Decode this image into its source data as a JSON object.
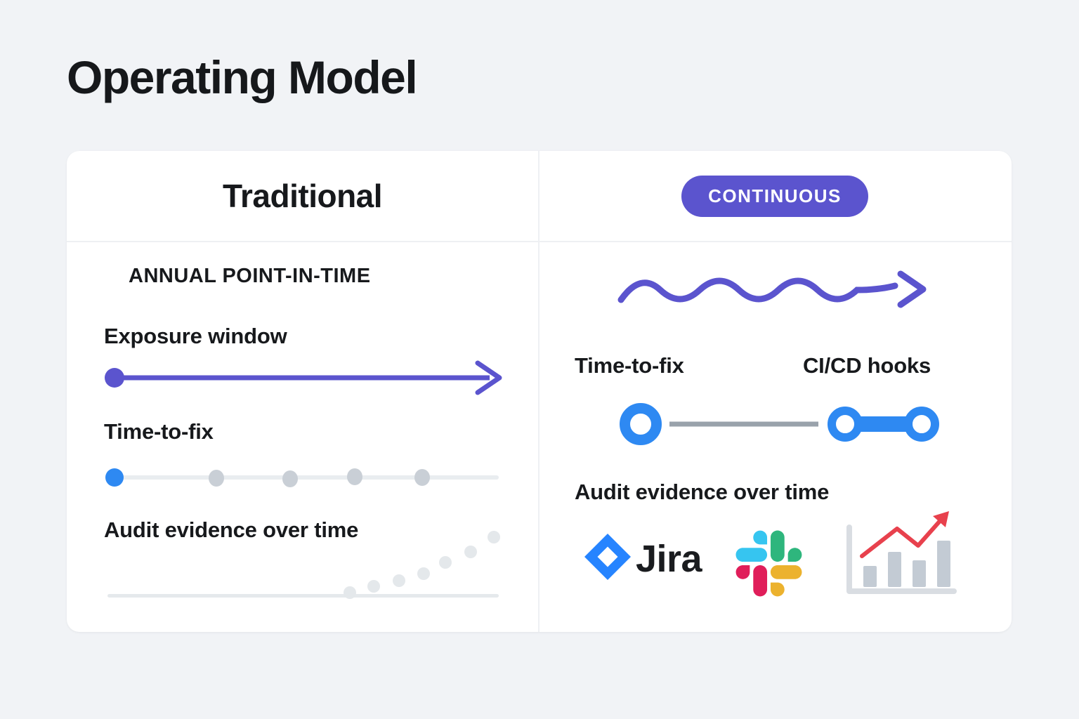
{
  "title": "Operating Model",
  "traditional": {
    "header": "Traditional",
    "kicker": "ANNUAL POINT-IN-TIME",
    "exposure_label": "Exposure window",
    "time_to_fix_label": "Time-to-fix",
    "audit_label": "Audit evidence over time"
  },
  "continuous": {
    "badge": "CONTINUOUS",
    "time_to_fix_label": "Time-to-fix",
    "cicd_label": "CI/CD hooks",
    "audit_label": "Audit evidence over time",
    "jira_label": "Jira"
  },
  "icons": {
    "exposure_arrow": "timeline-arrow-icon",
    "wave": "wavy-arrow-icon",
    "connector": "linked-nodes-icon",
    "jira": "jira-logo-icon",
    "slack": "slack-logo-icon",
    "trend_chart": "bar-chart-trend-icon"
  },
  "colors": {
    "accent_purple": "#5B54CE",
    "accent_blue": "#2E89F2",
    "connector_gray": "#99A2AB",
    "track_gray": "#E9EDF0",
    "dot_gray": "#C9CFD6",
    "faint_dot_gray": "#E4E8EB",
    "jira_blue": "#2684FF",
    "slack_cyan": "#36C5F0",
    "slack_green": "#2EB67D",
    "slack_red": "#E01E5A",
    "slack_yellow": "#ECB22E",
    "chart_bar_gray": "#C3CBD4",
    "chart_axis_gray": "#D9DDE2",
    "chart_red": "#E8414D"
  }
}
